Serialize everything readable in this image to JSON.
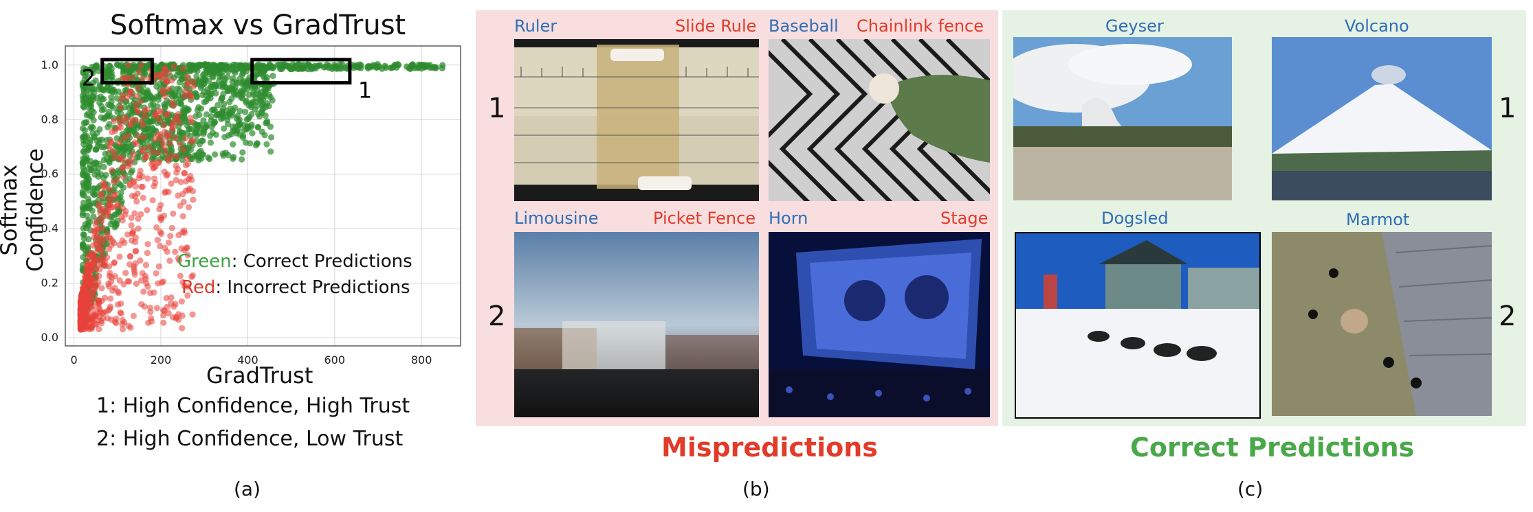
{
  "panel_a": {
    "chart_data": {
      "type": "scatter",
      "title": "Softmax vs GradTrust",
      "xlabel": "GradTrust",
      "ylabel": "Softmax Confidence",
      "xlim": [
        -20,
        890
      ],
      "ylim": [
        -0.03,
        1.07
      ],
      "x_ticks": [
        "0",
        "200",
        "400",
        "600",
        "800"
      ],
      "y_ticks": [
        "0.0",
        "0.2",
        "0.4",
        "0.6",
        "0.8",
        "1.0"
      ],
      "grid": true,
      "series": [
        {
          "name": "Green",
          "color": "#2e8b2e",
          "role": "Correct Predictions"
        },
        {
          "name": "Red",
          "color": "#e8423a",
          "role": "Incorrect Predictions"
        }
      ],
      "box_1": {
        "label": "1",
        "x": [
          410,
          635
        ],
        "y": [
          0.935,
          1.02
        ]
      },
      "box_2": {
        "label": "2",
        "x": [
          65,
          180
        ],
        "y": [
          0.935,
          1.02
        ]
      },
      "legend": {
        "green_word": "Green",
        "green_text": ": Correct Predictions",
        "red_word": "Red",
        "red_text": ": Incorrect Predictions"
      }
    },
    "note_1": "1: High Confidence, High Trust",
    "note_2": "2: High Confidence, Low Trust",
    "caption": "(a)"
  },
  "panel_b": {
    "title": "Mispredictions",
    "caption": "(b)",
    "row1": "1",
    "row2": "2",
    "images": [
      {
        "true": "Ruler",
        "pred": "Slide Rule"
      },
      {
        "true": "Baseball",
        "pred": "Chainlink fence"
      },
      {
        "true": "Limousine",
        "pred": "Picket Fence"
      },
      {
        "true": "Horn",
        "pred": "Stage"
      }
    ]
  },
  "panel_c": {
    "title": "Correct Predictions",
    "caption": "(c)",
    "row1": "1",
    "row2": "2",
    "images": [
      {
        "label": "Geyser"
      },
      {
        "label": "Volcano"
      },
      {
        "label": "Dogsled"
      },
      {
        "label": "Marmot"
      }
    ]
  },
  "colors": {
    "blue_label": "#2f6eb6",
    "red_label": "#e23b2a",
    "mispred_title": "#e23b2a",
    "correct_title": "#4aa84a"
  }
}
